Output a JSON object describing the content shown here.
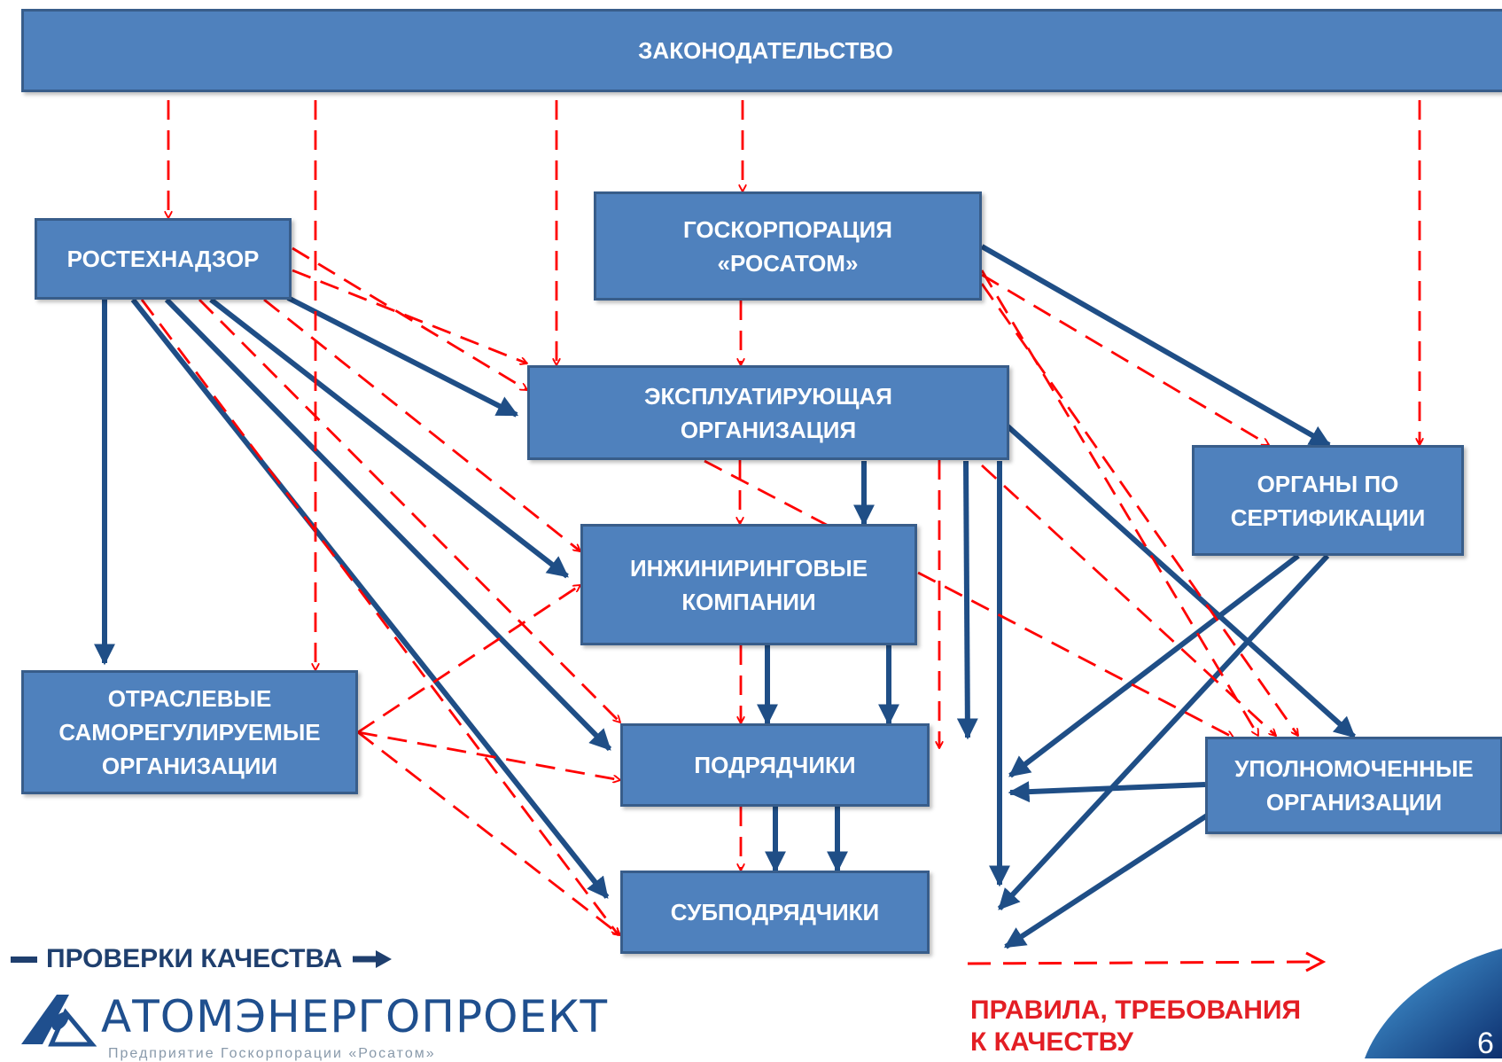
{
  "nodes": {
    "legislation": "ЗАКОНОДАТЕЛЬСТВО",
    "rostekhnadzor": "РОСТЕХНАДЗОР",
    "rosatom": "ГОСКОРПОРАЦИЯ\n«РОСАТОМ»",
    "operating_org": "ЭКСПЛУАТИРУЮЩАЯ\nОРГАНИЗАЦИЯ",
    "certification": "ОРГАНЫ ПО\nСЕРТИФИКАЦИИ",
    "engineering": "ИНЖИНИРИНГОВЫЕ\nКОМПАНИИ",
    "sro": "ОТРАСЛЕВЫЕ\nСАМОРЕГУЛИРУЕМЫЕ\nОРГАНИЗАЦИИ",
    "contractors": "ПОДРЯДЧИКИ",
    "authorized": "УПОЛНОМОЧЕННЫЕ\nОРГАНИЗАЦИИ",
    "subcontractors": "СУБПОДРЯДЧИКИ"
  },
  "legend": {
    "quality_checks": "ПРОВЕРКИ КАЧЕСТВА",
    "rules": "ПРАВИЛА, ТРЕБОВАНИЯ\nК КАЧЕСТВУ"
  },
  "logo": {
    "name": "АТОМЭНЕРГОПРОЕКТ",
    "subtitle": "Предприятие Госкорпорации «Росатом»"
  },
  "page_number": "6",
  "colors": {
    "box_fill": "#4f81bd",
    "box_border": "#385d8a",
    "check_arrow": "#1f4e86",
    "rule_arrow": "#ff0000",
    "legend_red": "#e31e24"
  },
  "edges": {
    "quality_checks": [
      [
        "rostekhnadzor",
        "sro"
      ],
      [
        "rostekhnadzor",
        "operating_org"
      ],
      [
        "rostekhnadzor",
        "engineering"
      ],
      [
        "rostekhnadzor",
        "contractors"
      ],
      [
        "rostekhnadzor",
        "subcontractors"
      ],
      [
        "operating_org",
        "engineering"
      ],
      [
        "operating_org",
        "contractors"
      ],
      [
        "operating_org",
        "subcontractors"
      ],
      [
        "operating_org",
        "authorized"
      ],
      [
        "engineering",
        "contractors"
      ],
      [
        "contractors",
        "subcontractors"
      ],
      [
        "rosatom",
        "certification"
      ],
      [
        "certification",
        "contractors"
      ],
      [
        "certification",
        "subcontractors"
      ],
      [
        "authorized",
        "contractors"
      ],
      [
        "authorized",
        "subcontractors"
      ]
    ],
    "rules": [
      [
        "legislation",
        "rostekhnadzor"
      ],
      [
        "legislation",
        "sro"
      ],
      [
        "legislation",
        "operating_org"
      ],
      [
        "legislation",
        "rosatom"
      ],
      [
        "legislation",
        "certification"
      ],
      [
        "rosatom",
        "operating_org"
      ],
      [
        "rostekhnadzor",
        "operating_org"
      ],
      [
        "rostekhnadzor",
        "engineering"
      ],
      [
        "rostekhnadzor",
        "contractors"
      ],
      [
        "rostekhnadzor",
        "subcontractors"
      ],
      [
        "operating_org",
        "engineering"
      ],
      [
        "operating_org",
        "contractors"
      ],
      [
        "operating_org",
        "authorized"
      ],
      [
        "rosatom",
        "certification"
      ],
      [
        "rosatom",
        "authorized"
      ],
      [
        "engineering",
        "contractors"
      ],
      [
        "contractors",
        "subcontractors"
      ],
      [
        "sro",
        "engineering"
      ],
      [
        "sro",
        "contractors"
      ],
      [
        "sro",
        "subcontractors"
      ]
    ]
  }
}
